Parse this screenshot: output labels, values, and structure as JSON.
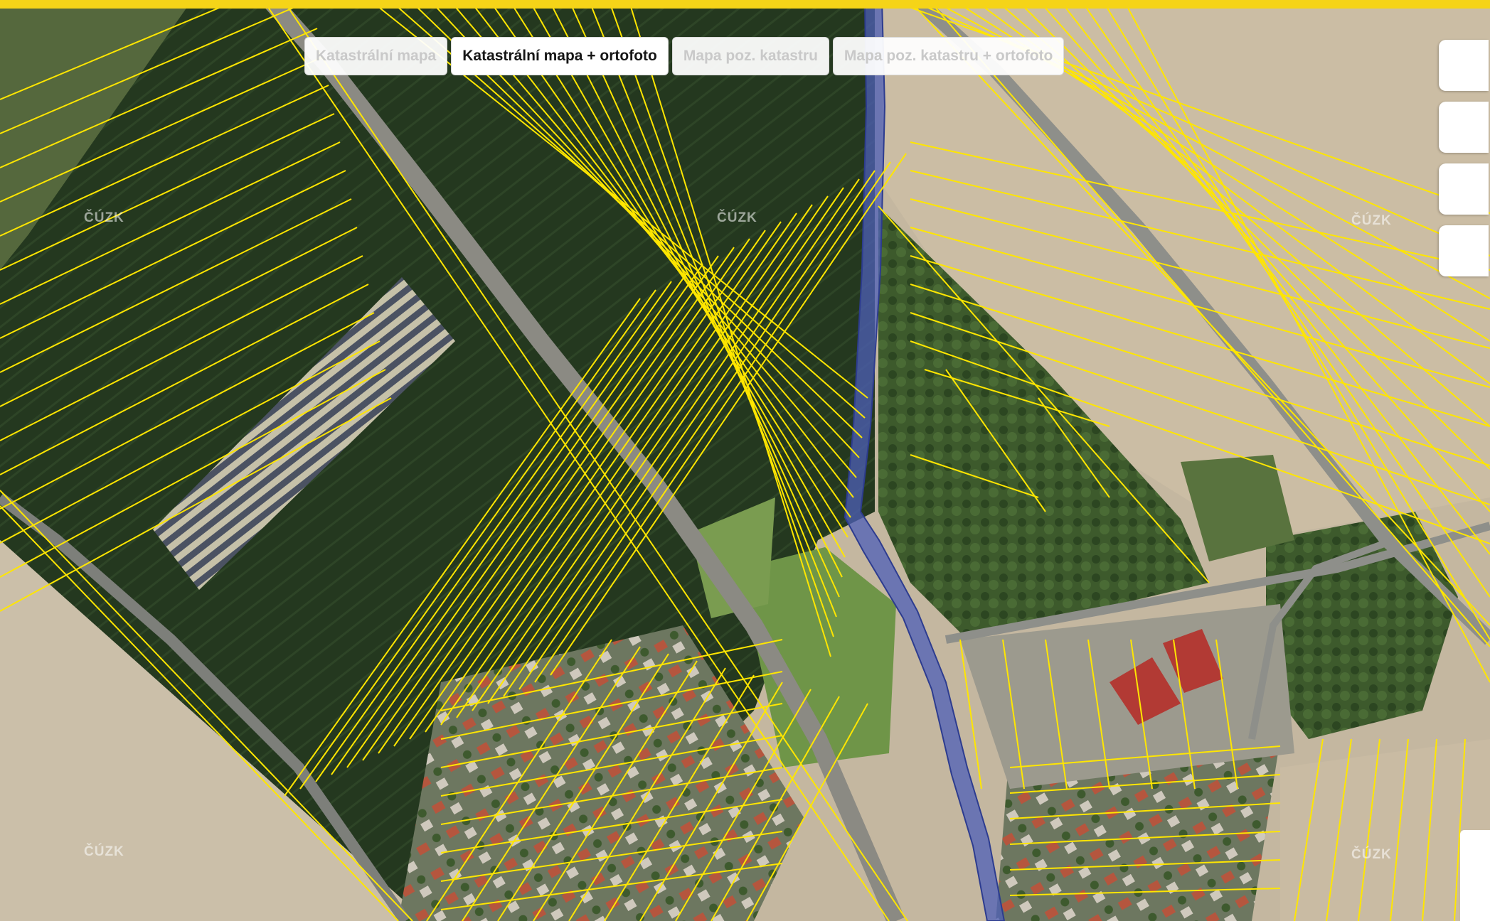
{
  "map": {
    "layer_buttons": [
      {
        "label": "Katastrální mapa",
        "active": false
      },
      {
        "label": "Katastrální mapa + ortofoto",
        "active": true
      },
      {
        "label": "Mapa poz. katastru",
        "active": false
      },
      {
        "label": "Mapa poz. katastru + ortofoto",
        "active": false
      }
    ],
    "watermarks": [
      "ČÚZK",
      "ČÚZK",
      "ČÚZK",
      "ČÚZK",
      "ČÚZK"
    ],
    "colors": {
      "parcel_boundary": "#ffe600",
      "highlighted_parcel": "#4e5fb8",
      "top_accent": "#f5d418"
    }
  }
}
